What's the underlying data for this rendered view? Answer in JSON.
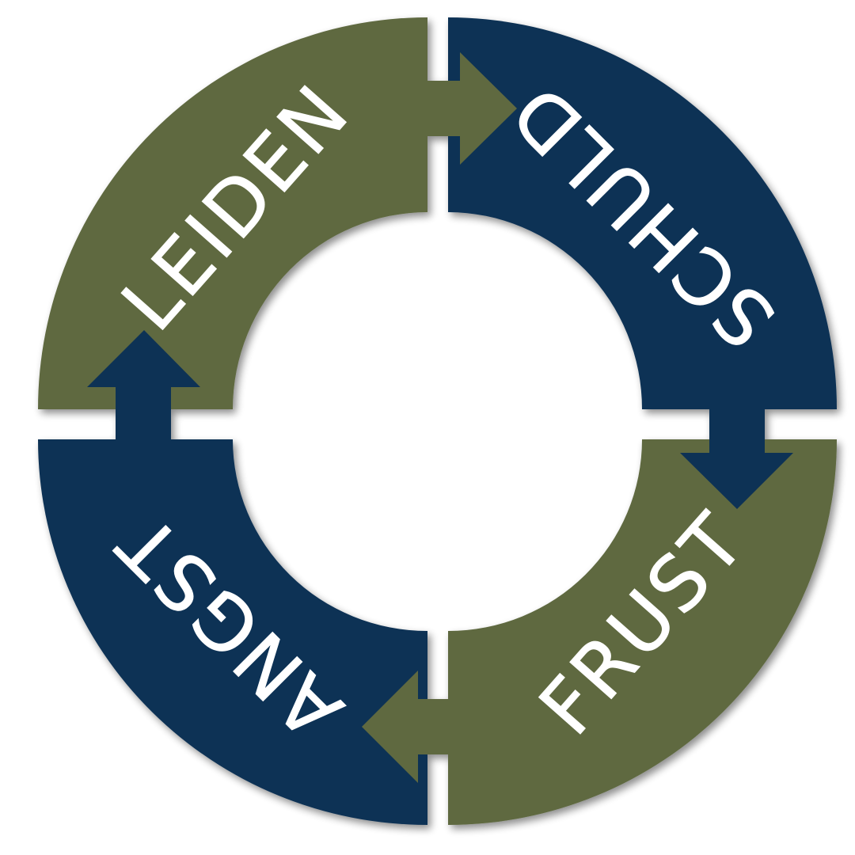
{
  "diagram": {
    "colors": {
      "green": "#5e6941",
      "navy": "#0f3355",
      "text": "#ffffff",
      "background": "#ffffff"
    },
    "segments": [
      {
        "id": "leiden",
        "label": "LEIDEN",
        "color": "green"
      },
      {
        "id": "schuld",
        "label": "SCHULD",
        "color": "navy"
      },
      {
        "id": "frust",
        "label": "FRUST",
        "color": "green"
      },
      {
        "id": "angst",
        "label": "ANGST",
        "color": "navy"
      }
    ],
    "arrows": [
      {
        "id": "leiden-to-schuld",
        "from": "leiden",
        "to": "schuld",
        "color": "green"
      },
      {
        "id": "schuld-to-frust",
        "from": "schuld",
        "to": "frust",
        "color": "navy"
      },
      {
        "id": "frust-to-angst",
        "from": "frust",
        "to": "angst",
        "color": "green"
      },
      {
        "id": "angst-to-leiden",
        "from": "angst",
        "to": "leiden",
        "color": "navy"
      }
    ]
  }
}
